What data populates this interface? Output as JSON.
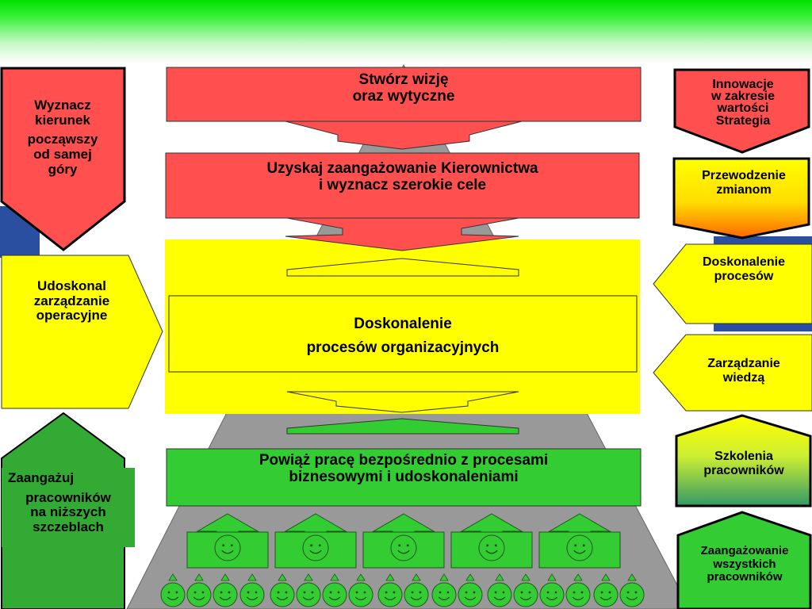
{
  "colors": {
    "red": "#ff4f4f",
    "yellow": "#ffff00",
    "green": "#33cc33",
    "gray": "#999999",
    "blue": "#2a4fa0"
  },
  "icons": {
    "small_face": "smiley-icon",
    "large_face": "smiley-icon"
  },
  "center": {
    "vision": {
      "line1": "Stwórz wizję",
      "line2": "oraz wytyczne"
    },
    "commitment": {
      "line1": "Uzyskaj zaangażowanie Kierownictwa",
      "line2": "i wyznacz szerokie cele"
    },
    "processes": {
      "line1": "Doskonalenie",
      "line2": "procesów organizacyjnych"
    },
    "link": {
      "line1": "Powiąż pracę bezpośrednio z procesami",
      "line2": "biznesowymi i udoskonaleniami"
    }
  },
  "left": {
    "direction": {
      "line1": "Wyznacz",
      "line2": "kierunek",
      "line3": "począwszy",
      "line4": "od samej",
      "line5": "góry"
    },
    "operations": {
      "line1": "Udoskonal",
      "line2": "zarządzanie",
      "line3": "operacyjne"
    },
    "engage": {
      "line1": "Zaangażuj",
      "line2": "pracowników",
      "line3": "na niższych",
      "line4": "szczeblach"
    }
  },
  "right": {
    "innovation": {
      "line1": "Innowacje",
      "line2": "w zakresie",
      "line3": "wartości",
      "line4": "Strategia"
    },
    "change": {
      "line1": "Przewodzenie",
      "line2": "zmianom"
    },
    "process_improvement": {
      "line1": "Doskonalenie",
      "line2": "procesów"
    },
    "knowledge": {
      "line1": "Zarządzanie",
      "line2": "wiedzą"
    },
    "training": {
      "line1": "Szkolenia",
      "line2": "pracowników"
    },
    "all_employees": {
      "line1": "Zaangażowanie",
      "line2": "wszystkich",
      "line3": "pracowników"
    }
  }
}
